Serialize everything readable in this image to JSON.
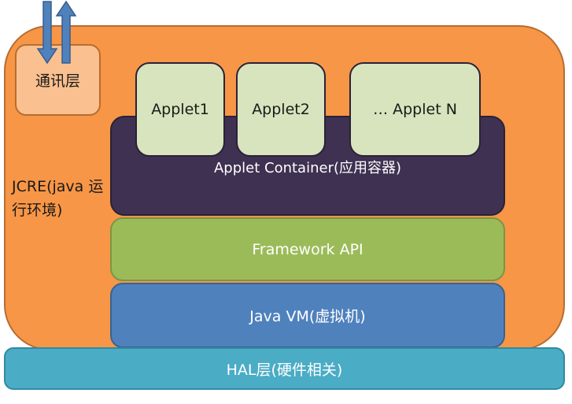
{
  "diagram": {
    "communication_layer": "通讯层",
    "jcre_label": "JCRE(java 运行环境)",
    "applets": [
      "Applet1",
      "Applet2",
      "… Applet N"
    ],
    "applet_container": "Applet Container(应用容器)",
    "framework_api": "Framework API",
    "java_vm": "Java VM(虚拟机)",
    "hal": "HAL层(硬件相关)"
  },
  "colors": {
    "jcre": "#f79646",
    "communication_layer": "#fac08f",
    "applet": "#d7e4bd",
    "applet_container": "#3f3151",
    "framework": "#9bbb59",
    "java_vm": "#4f81bd",
    "hal": "#4bacc6",
    "arrows": "#4f81bd"
  }
}
